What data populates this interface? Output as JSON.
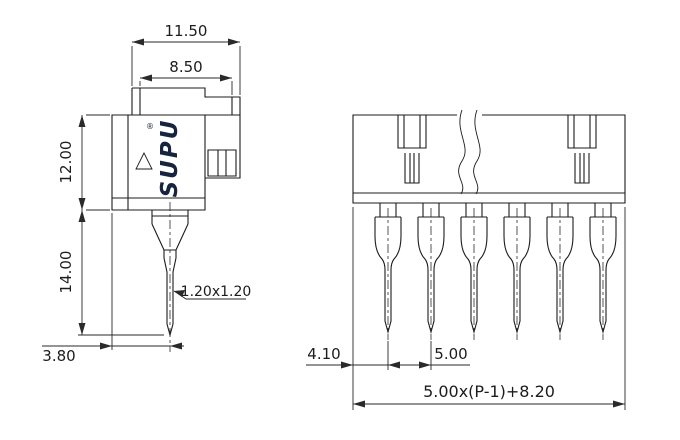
{
  "drawing": {
    "brand": {
      "logo": "SUPU",
      "registered": "®"
    },
    "side_view": {
      "dims": {
        "top_width": "11.50",
        "opening_width": "8.50",
        "body_height": "12.00",
        "pin_length": "14.00",
        "pin_section": "1.20x1.20",
        "pin_offset": "3.80"
      }
    },
    "front_view": {
      "dims": {
        "edge_to_pin": "4.10",
        "pitch": "5.00",
        "overall": "5.00x(P-1)+8.20"
      }
    }
  }
}
